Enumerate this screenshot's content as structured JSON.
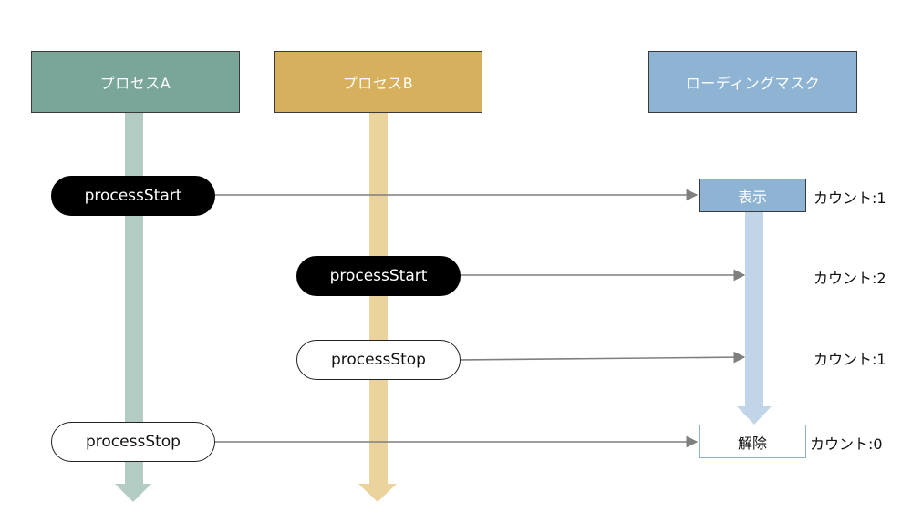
{
  "lanes": {
    "a": {
      "title": "プロセスA",
      "color": "#7aa699",
      "bar_color": "#b2ccc4"
    },
    "b": {
      "title": "プロセスB",
      "color": "#d6b05c",
      "bar_color": "#ebd39d"
    },
    "mask": {
      "title": "ローディングマスク",
      "color": "#8fb3d3",
      "bar_color": "#c2d5e8"
    }
  },
  "events": {
    "a_start": {
      "label": "processStart"
    },
    "b_start": {
      "label": "processStart"
    },
    "b_stop": {
      "label": "processStop"
    },
    "a_stop": {
      "label": "processStop"
    }
  },
  "mask_states": {
    "show": {
      "label": "表示"
    },
    "release": {
      "label": "解除"
    }
  },
  "counts": {
    "c1": "カウント:1",
    "c2": "カウント:2",
    "c3": "カウント:1",
    "c4": "カウント:0"
  },
  "arrow_color": "#7f7f7f"
}
